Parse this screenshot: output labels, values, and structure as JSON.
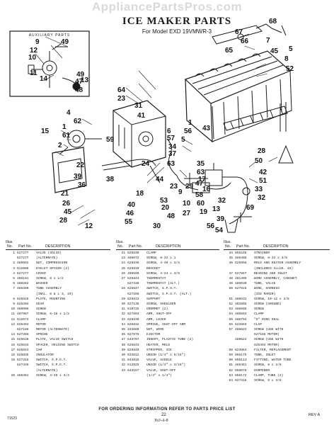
{
  "watermark": "AppliancePartsPros.com",
  "header": {
    "title": "ICE MAKER PARTS",
    "subtitle": "For Model EXD 19VMWR-3"
  },
  "auxiliary_label": "AUXILIARY PARTS",
  "callouts": [
    "68",
    "67",
    "66",
    "65",
    "5",
    "7",
    "45",
    "8",
    "52",
    "49",
    "9",
    "12",
    "10",
    "11",
    "14",
    "13",
    "49",
    "47",
    "48",
    "64",
    "23",
    "31",
    "41",
    "4",
    "62",
    "1",
    "61",
    "2",
    "15",
    "6",
    "57",
    "34",
    "59",
    "43",
    "1",
    "56",
    "5",
    "37",
    "63",
    "28",
    "50",
    "24",
    "35",
    "63",
    "22",
    "39",
    "36",
    "17",
    "16",
    "18",
    "38",
    "40",
    "46",
    "55",
    "30",
    "21",
    "26",
    "45",
    "28",
    "12",
    "9",
    "10",
    "27",
    "44",
    "23",
    "29",
    "53",
    "20",
    "48",
    "47",
    "58",
    "60",
    "19",
    "56",
    "42",
    "51",
    "33",
    "32",
    "32",
    "13",
    "69",
    "39",
    "54"
  ],
  "parts_list": {
    "headers": {
      "illus": "Illus.",
      "no": "No.",
      "part_no": "Part No.",
      "description": "DESCRIPTION"
    },
    "columns": [
      [
        {
          "no": "1",
          "part": "627277",
          "desc": "VALVE (SOLID)"
        },
        {
          "no": "",
          "part": "627277",
          "desc": "(ALTERNATE)"
        },
        {
          "no": "2",
          "part": "486992",
          "desc": "NUT, COMPRESSION"
        },
        {
          "no": "3",
          "part": "512068",
          "desc": "EYELET SPACER (2)"
        },
        {
          "no": "4",
          "part": "627277",
          "desc": "COVER"
        },
        {
          "no": "5",
          "part": "486191",
          "desc": "SCREW, 8 x 1/2"
        },
        {
          "no": "6",
          "part": "488282",
          "desc": "WASHER"
        },
        {
          "no": "7",
          "part": "486380",
          "desc": "TUBE ASSEMBLY"
        },
        {
          "no": "",
          "part": "",
          "desc": "(INCL. 8 & L 3, 10)"
        },
        {
          "no": "8",
          "part": "625825",
          "desc": "PLATE, MOUNTING"
        },
        {
          "no": "9",
          "part": "625394",
          "desc": "GEAR"
        },
        {
          "no": "10",
          "part": "488906",
          "desc": "SCREW"
        },
        {
          "no": "11",
          "part": "487987",
          "desc": "SCREW, 6-18 x 1/2"
        },
        {
          "no": "12",
          "part": "512074",
          "desc": "CLAMP"
        },
        {
          "no": "13",
          "part": "625494",
          "desc": "MOTOR"
        },
        {
          "no": "",
          "part": "627186",
          "desc": "MOTOR (ALTERNATE)"
        },
        {
          "no": "14",
          "part": "627385",
          "desc": "SPRING"
        },
        {
          "no": "15",
          "part": "625638",
          "desc": "PLATE, VALVE SWITCH"
        },
        {
          "no": "16",
          "part": "625834",
          "desc": "SPACER, HOLDING SWITCH"
        },
        {
          "no": "17",
          "part": "625843",
          "desc": "CAM"
        },
        {
          "no": "18",
          "part": "625835",
          "desc": "INSULATOR"
        },
        {
          "no": "19",
          "part": "627316",
          "desc": "SWITCH, S.P.D.T."
        },
        {
          "no": "",
          "part": "627339",
          "desc": "SWITCH, S.P.D.T."
        },
        {
          "no": "",
          "part": "",
          "desc": "(ALTERNATE)"
        },
        {
          "no": "20",
          "part": "486361",
          "desc": "SCREW, 4-40 x 3/4"
        }
      ],
      [
        {
          "no": "21",
          "part": "625839",
          "desc": "CLAMP"
        },
        {
          "no": "23",
          "part": "486072",
          "desc": "SCREW, 8-32 x 1"
        },
        {
          "no": "24",
          "part": "625836",
          "desc": "SCREW, 4-40 x 3/4"
        },
        {
          "no": "25",
          "part": "625810",
          "desc": "BRACKET"
        },
        {
          "no": "26",
          "part": "486590",
          "desc": "SCREW, 4-24 x 3/8"
        },
        {
          "no": "27",
          "part": "625844",
          "desc": "THERMOSTAT"
        },
        {
          "no": "",
          "part": "627338",
          "desc": "THERMOSTAT (ALT.)"
        },
        {
          "no": "28",
          "part": "625847",
          "desc": "SWITCH, S.P.S.T."
        },
        {
          "no": "",
          "part": "627285",
          "desc": "SWITCH, S.P.S.T. (ALT.)"
        },
        {
          "no": "29",
          "part": "625833",
          "desc": "SUPPORT"
        },
        {
          "no": "30",
          "part": "627135",
          "desc": "SCREW, SHOULDER"
        },
        {
          "no": "31",
          "part": "510725",
          "desc": "GROMMET (2)"
        },
        {
          "no": "32",
          "part": "627803",
          "desc": "ARM, SHUT-OFF"
        },
        {
          "no": "33",
          "part": "625830",
          "desc": "ARM, LEVER"
        },
        {
          "no": "34",
          "part": "625832",
          "desc": "SPRING, SHUT-OFF ARM"
        },
        {
          "no": "35",
          "part": "333660",
          "desc": "NUT, WIRE"
        },
        {
          "no": "36",
          "part": "627875",
          "desc": "EJECTOR"
        },
        {
          "no": "37",
          "part": "643707",
          "desc": "INSERT, PLASTIC TUBE (2)"
        },
        {
          "no": "38",
          "part": "625843",
          "desc": "HEATER, MOLD"
        },
        {
          "no": "39",
          "part": "625840",
          "desc": "STRIPPER, ICE"
        },
        {
          "no": "40",
          "part": "533812",
          "desc": "UNION (1/4\" x 5/16\")"
        },
        {
          "no": "41",
          "part": "643816",
          "desc": "VALVE, SADDLE"
        },
        {
          "no": "42",
          "part": "512025",
          "desc": "UNION (1/4\" x 3/16\")"
        },
        {
          "no": "43",
          "part": "643157",
          "desc": "VALVE, SHUT-OFF"
        },
        {
          "no": "",
          "part": "",
          "desc": "(1/4\" x 1/4\")"
        }
      ],
      [
        {
          "no": "44",
          "part": "855246",
          "desc": "STRAINER"
        },
        {
          "no": "45",
          "part": "486468",
          "desc": "SCREW, 8-32 x 3/8"
        },
        {
          "no": "46",
          "part": "625856",
          "desc": "MOLD AND HEATER ASSEMBLY"
        },
        {
          "no": "",
          "part": "",
          "desc": "(INCLUDES ILLUS. 45)"
        },
        {
          "no": "47",
          "part": "627867",
          "desc": "BEARING AND INLET"
        },
        {
          "no": "48",
          "part": "481495",
          "desc": "WIRE ASSEMBLY, CABINET"
        },
        {
          "no": "49",
          "part": "486030",
          "desc": "TUBE, VALVE"
        },
        {
          "no": "50",
          "part": "627815",
          "desc": "WIRE, HARNESS"
        },
        {
          "no": "",
          "part": "",
          "desc": "(ICE MAKER)"
        },
        {
          "no": "51",
          "part": "486632",
          "desc": "SCREW, 10-12 x 3/8"
        },
        {
          "no": "52",
          "part": "482865",
          "desc": "SCREW (GROUND)"
        },
        {
          "no": "53",
          "part": "486865",
          "desc": "SCREW"
        },
        {
          "no": "54",
          "part": "488683",
          "desc": "CLAMP"
        },
        {
          "no": "55",
          "part": "488794",
          "desc": "\"O\" RING SEAL"
        },
        {
          "no": "56",
          "part": "622604",
          "desc": "CLIP"
        },
        {
          "no": "57",
          "part": "488622",
          "desc": "SCREW (USE WITH"
        },
        {
          "no": "",
          "part": "",
          "desc": "627186 MOTOR)"
        },
        {
          "no": "",
          "part": "488624",
          "desc": "SCREW (USE WITH"
        },
        {
          "no": "",
          "part": "",
          "desc": "625494 MOTOR)"
        },
        {
          "no": "58",
          "part": "623864",
          "desc": "FILTER, REPLACEMENT"
        },
        {
          "no": "59",
          "part": "856175",
          "desc": "TUBE, INLET"
        },
        {
          "no": "60",
          "part": "855113",
          "desc": "FITTING, WATER TUBE"
        },
        {
          "no": "61",
          "part": "486461",
          "desc": "SCREW, 8 x 3/8"
        },
        {
          "no": "62",
          "part": "856078",
          "desc": "DAMPENER"
        },
        {
          "no": "63",
          "part": "856172",
          "desc": "CLAMP, TUBE (2)"
        },
        {
          "no": "64",
          "part": "627416",
          "desc": "SCREW, 8 x 3/8"
        }
      ]
    ]
  },
  "footer": {
    "note": "FOR ORDERING INFORMATION REFER TO PARTS PRICE LIST",
    "code": "71523",
    "page": "22",
    "revision": "REV A",
    "signature": "Yo3-A-8"
  }
}
